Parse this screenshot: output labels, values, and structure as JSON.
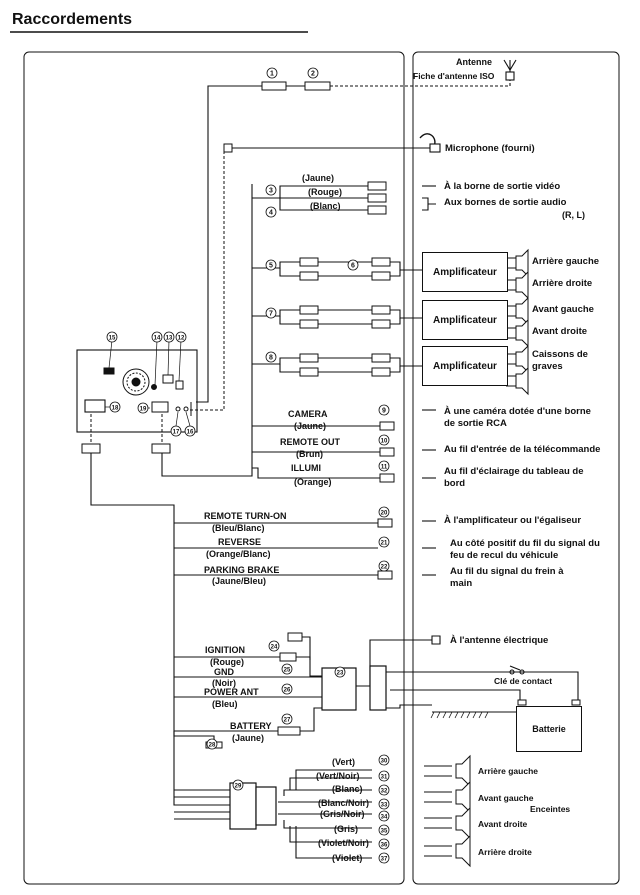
{
  "title": "Raccordements",
  "antenna": {
    "label": "Antenne",
    "plug": "Fiche d'antenne ISO"
  },
  "microphone": "Microphone (fourni)",
  "rca_video": {
    "wires": [
      "(Jaune)",
      "(Rouge)",
      "(Blanc)"
    ],
    "video_out": "À la borne de sortie vidéo",
    "audio_out": "Aux bornes de sortie audio",
    "audio_out_rl": "(R, L)"
  },
  "amplifiers": [
    {
      "label": "Amplificateur",
      "speakers": [
        "Arrière gauche",
        "Arrière droite"
      ]
    },
    {
      "label": "Amplificateur",
      "speakers": [
        "Avant gauche",
        "Avant droite"
      ]
    },
    {
      "label": "Amplificateur",
      "speakers": [
        "Caissons de graves"
      ]
    }
  ],
  "camera": {
    "label": "CAMERA",
    "color": "(Jaune)",
    "desc": "À une caméra dotée d'une borne de sortie RCA"
  },
  "remote_out": {
    "label": "REMOTE OUT",
    "color": "(Brun)",
    "desc": "Au fil d'entrée de la télécommande"
  },
  "illumi": {
    "label": "ILLUMI",
    "color": "(Orange)",
    "desc": "Au fil d'éclairage du tableau de bord"
  },
  "remote_turn_on": {
    "label": "REMOTE TURN-ON",
    "color": "(Bleu/Blanc)",
    "desc": "À l'amplificateur ou l'égaliseur"
  },
  "reverse": {
    "label": "REVERSE",
    "color": "(Orange/Blanc)",
    "desc": "Au côté positif du fil du signal du feu de recul du véhicule"
  },
  "parking_brake": {
    "label": "PARKING BRAKE",
    "color": "(Jaune/Bleu)",
    "desc": "Au fil du signal du frein à main"
  },
  "power": {
    "ignition": "IGNITION",
    "ignition_color": "(Rouge)",
    "gnd": "GND",
    "gnd_color": "(Noir)",
    "power_ant": "POWER ANT",
    "power_ant_color": "(Bleu)",
    "battery_wire": "BATTERY",
    "battery_color": "(Jaune)",
    "electric_antenna": "À l'antenne électrique",
    "ignition_key": "Clé de contact",
    "battery": "Batterie"
  },
  "speaker_wires": [
    "(Vert)",
    "(Vert/Noir)",
    "(Blanc)",
    "(Blanc/Noir)",
    "(Gris/Noir)",
    "(Gris)",
    "(Violet/Noir)",
    "(Violet)"
  ],
  "speakers": {
    "labels": [
      "Arrière gauche",
      "Avant gauche",
      "Avant droite",
      "Arrière droite"
    ],
    "group": "Enceintes"
  },
  "numbers": [
    "1",
    "2",
    "3",
    "4",
    "5",
    "6",
    "7",
    "8",
    "9",
    "10",
    "11",
    "12",
    "13",
    "14",
    "15",
    "16",
    "17",
    "18",
    "19",
    "20",
    "21",
    "22",
    "23",
    "24",
    "25",
    "26",
    "27",
    "28",
    "29",
    "30",
    "31",
    "32",
    "33",
    "34",
    "35",
    "36",
    "37"
  ]
}
